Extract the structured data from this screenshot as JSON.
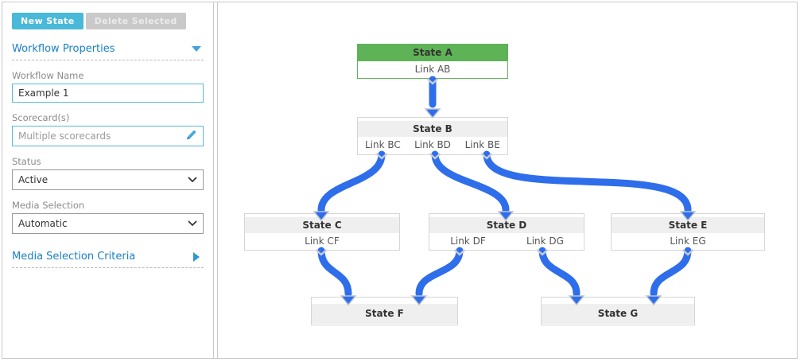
{
  "toolbar": {
    "new_state_label": "New State",
    "delete_selected_label": "Delete Selected"
  },
  "properties": {
    "section_title": "Workflow Properties",
    "workflow_name": {
      "label": "Workflow Name",
      "value": "Example 1"
    },
    "scorecards": {
      "label": "Scorecard(s)",
      "value": "Multiple scorecards"
    },
    "status": {
      "label": "Status",
      "value": "Active"
    },
    "media_selection": {
      "label": "Media Selection",
      "value": "Automatic"
    },
    "criteria_section_title": "Media Selection Criteria"
  },
  "colors": {
    "accent_cyan": "#49b9d9",
    "heading_blue": "#1b80c4",
    "selected_state_green": "#5fb357",
    "arrow_blue": "#2f6eea",
    "state_header_gray": "#efefef"
  },
  "diagram": {
    "states": [
      {
        "name": "State A",
        "links": [
          "Link AB"
        ]
      },
      {
        "name": "State B",
        "links": [
          "Link BC",
          "Link BD",
          "Link BE"
        ]
      },
      {
        "name": "State C",
        "links": [
          "Link CF"
        ]
      },
      {
        "name": "State D",
        "links": [
          "Link DF",
          "Link DG"
        ]
      },
      {
        "name": "State E",
        "links": [
          "Link EG"
        ]
      },
      {
        "name": "State F",
        "links": []
      },
      {
        "name": "State G",
        "links": []
      }
    ],
    "transitions": [
      {
        "link": "Link AB",
        "from": "State A",
        "to": "State B"
      },
      {
        "link": "Link BC",
        "from": "State B",
        "to": "State C"
      },
      {
        "link": "Link BD",
        "from": "State B",
        "to": "State D"
      },
      {
        "link": "Link BE",
        "from": "State B",
        "to": "State E"
      },
      {
        "link": "Link CF",
        "from": "State C",
        "to": "State F"
      },
      {
        "link": "Link DF",
        "from": "State D",
        "to": "State F"
      },
      {
        "link": "Link DG",
        "from": "State D",
        "to": "State G"
      },
      {
        "link": "Link EG",
        "from": "State E",
        "to": "State G"
      }
    ]
  }
}
